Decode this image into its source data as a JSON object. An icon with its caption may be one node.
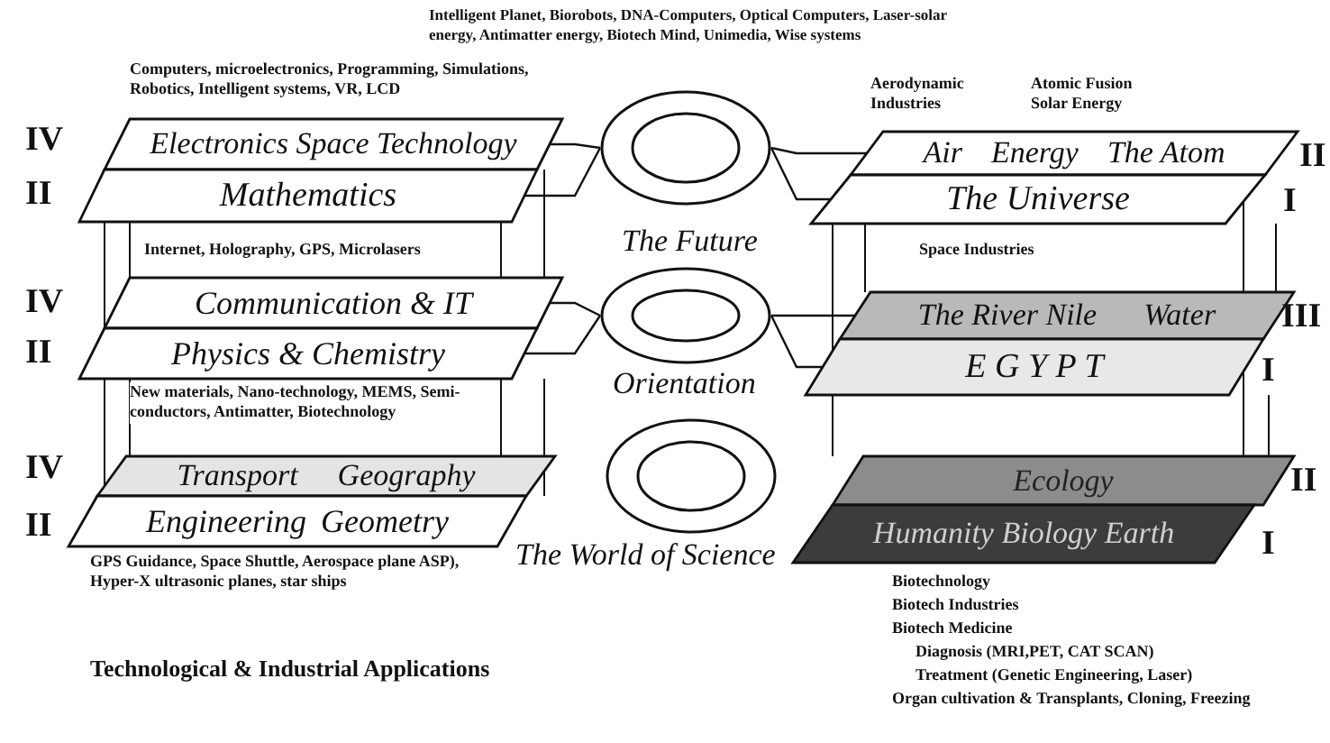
{
  "diagram": {
    "caption": "Technological & Industrial Applications",
    "nodes": [
      {
        "text": [
          "Electronics Space Technology"
        ],
        "beside": [
          "IV"
        ]
      },
      {
        "text": [
          "Mathematics"
        ],
        "beside": [
          "II"
        ]
      },
      {
        "text": [],
        "shape": "circle",
        "beside": [
          "The Future"
        ]
      },
      {
        "text": [
          "Air",
          "Energy",
          "The Atom"
        ],
        "beside": [
          "II"
        ]
      },
      {
        "text": [
          "The Universe"
        ],
        "beside": [
          "I"
        ]
      },
      {
        "text": [
          "Communication & IT"
        ],
        "beside": [
          "IV"
        ]
      },
      {
        "text": [
          "Physics & Chemistry"
        ],
        "beside": [
          "II"
        ]
      },
      {
        "text": [],
        "shape": "circle",
        "beside": [
          "Orientation"
        ]
      },
      {
        "text": [
          "The River Nile",
          "Water"
        ],
        "beside": [
          "III"
        ]
      },
      {
        "text": [
          "E G Y P T"
        ],
        "beside": [
          "I"
        ]
      },
      {
        "text": [
          "Transport",
          "Geography"
        ],
        "beside": [
          "IV"
        ]
      },
      {
        "text": [
          "Engineering",
          "Geometry"
        ],
        "beside": [
          "II"
        ]
      },
      {
        "text": [],
        "shape": "circle",
        "beside": [
          "The World of Science"
        ]
      },
      {
        "text": [
          "Ecology"
        ],
        "beside": [
          "II"
        ]
      },
      {
        "text": [
          "Humanity Biology Earth"
        ],
        "beside": [
          "I"
        ]
      }
    ],
    "edges": [
      {
        "from": 0,
        "to": 2,
        "arrow": "none"
      },
      {
        "from": 1,
        "to": 2,
        "arrow": "none"
      },
      {
        "from": 2,
        "to": 3,
        "arrow": "none"
      },
      {
        "from": 2,
        "to": 4,
        "arrow": "none"
      },
      {
        "from": 5,
        "to": 7,
        "arrow": "none"
      },
      {
        "from": 6,
        "to": 7,
        "arrow": "none"
      },
      {
        "from": 7,
        "to": 8,
        "arrow": "none"
      },
      {
        "from": 7,
        "to": 9,
        "arrow": "none"
      }
    ],
    "labels": [
      "Intelligent Planet, Biorobots, DNA-Computers, Optical Computers, Laser-solar energy, Antimatter energy, Biotech Mind, Unimedia, Wise systems",
      "Computers, microelectronics, Programming, Simulations, Robotics, Intelligent systems, VR, LCD",
      "Aerodynamic Industries",
      "Atomic Fusion Solar Energy",
      "Internet, Holography, GPS, Microlasers",
      "Space Industries",
      "New materials, Nano-technology, MEMS, Semi-conductors, Antimatter, Biotechnology",
      "GPS Guidance, Space Shuttle, Aerospace plane ASP), Hyper-X ultrasonic planes, star ships",
      "Biotechnology",
      "Biotech Industries",
      "Biotech Medicine",
      "Diagnosis (MRI,PET, CAT SCAN)",
      "Treatment (Genetic Engineering, Laser)",
      "Organ cultivation & Transplants, Cloning, Freezing"
    ]
  }
}
